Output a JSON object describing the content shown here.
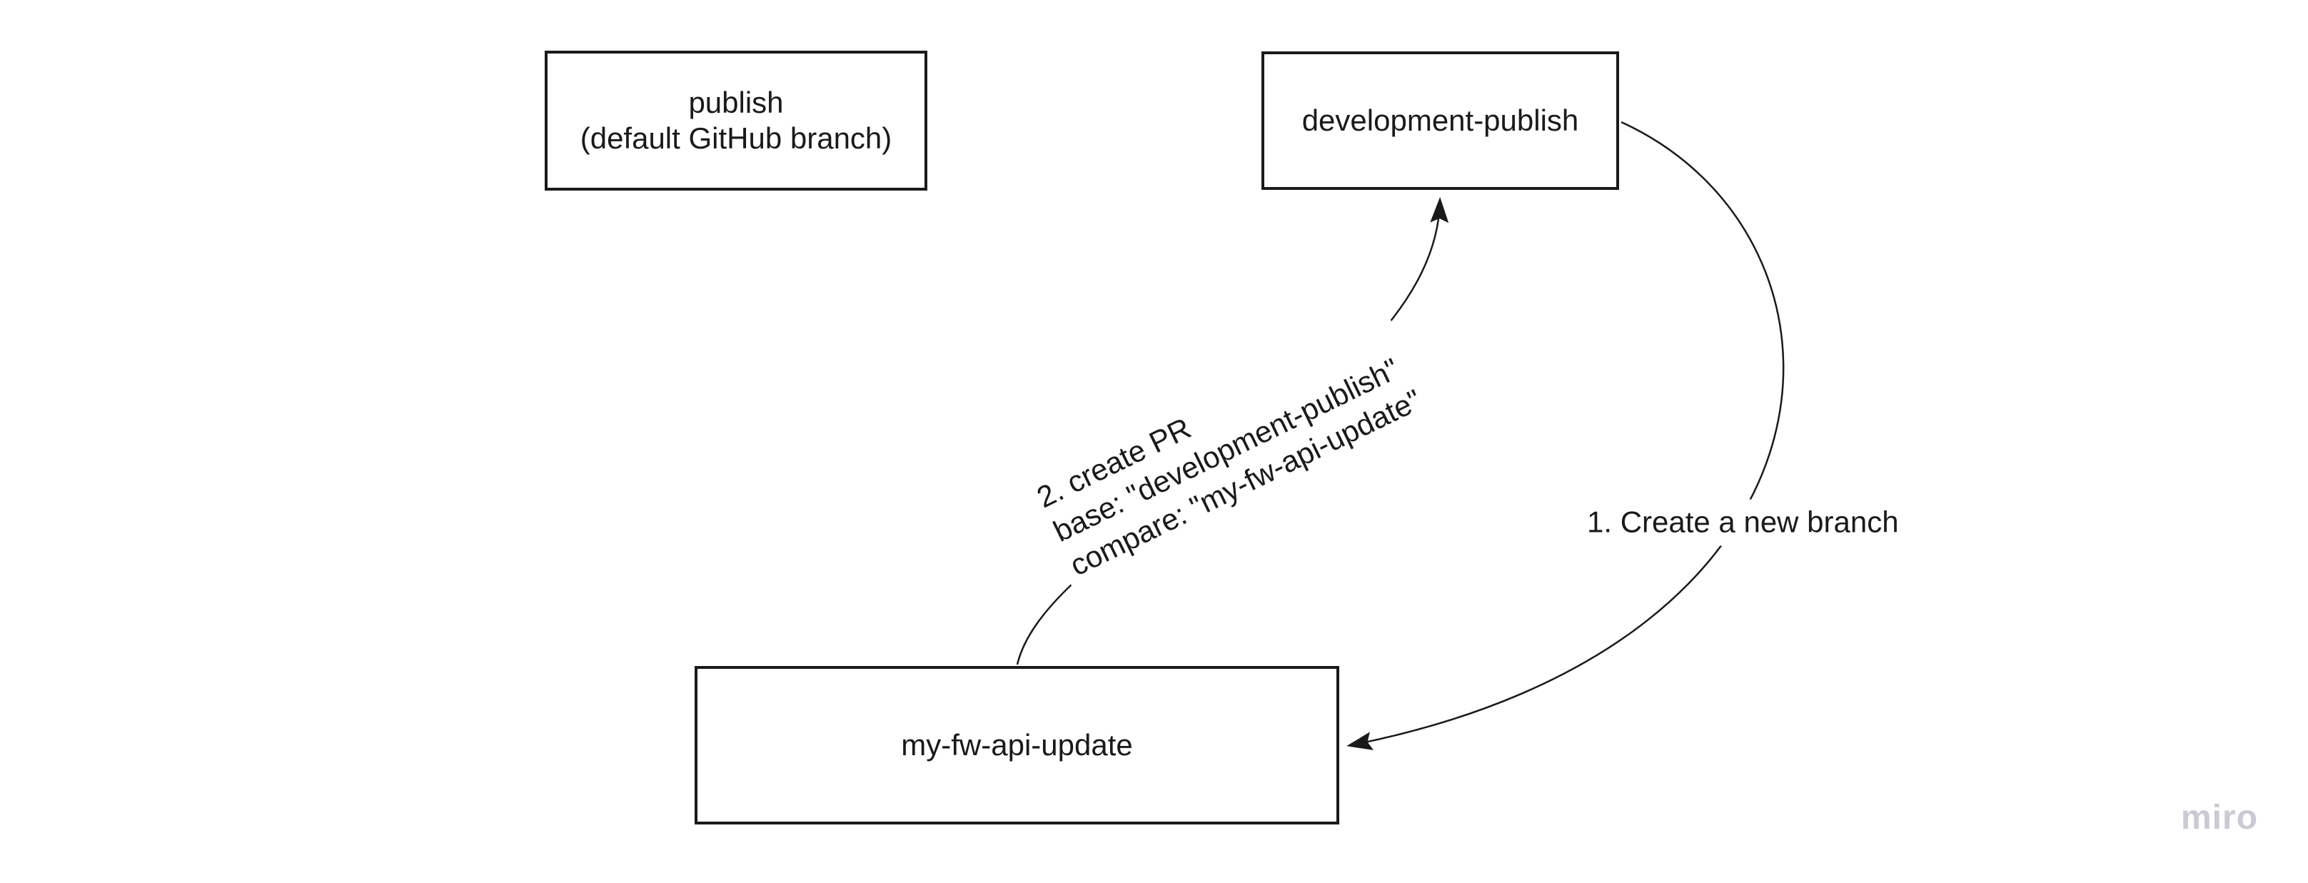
{
  "app": {
    "watermark": "miro"
  },
  "colors": {
    "line": "#1a1a1a",
    "text": "#1a1a1a",
    "node_border": "#1a1a1a",
    "node_fill": "#ffffff",
    "background": "#ffffff",
    "watermark": "#c9cad4"
  },
  "diagram": {
    "nodes": [
      {
        "id": "publish",
        "label_line1": "publish",
        "label_line2": "(default GitHub branch)"
      },
      {
        "id": "development-publish",
        "label": "development-publish"
      },
      {
        "id": "my-fw-api-update",
        "label": "my-fw-api-update"
      }
    ],
    "connectors": [
      {
        "id": "create-branch",
        "from": "development-publish",
        "to": "my-fw-api-update",
        "label": "1. Create a new branch"
      },
      {
        "id": "create-pr",
        "from": "my-fw-api-update",
        "to": "development-publish",
        "label_line1": "2. create PR",
        "label_line2": "base: \"development-publish\"",
        "label_line3": "compare: \"my-fw-api-update\""
      }
    ]
  }
}
